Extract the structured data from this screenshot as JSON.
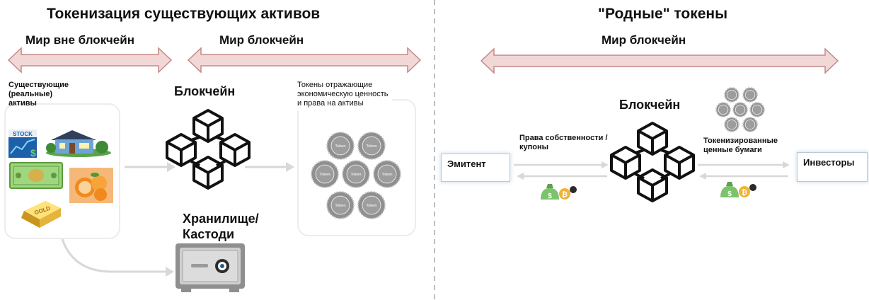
{
  "left": {
    "title": "Токенизация существующих активов",
    "world_off": "Мир вне блокчейн",
    "world_on": "Мир блокчейн",
    "assets_label": "Существующие (реальные) активы",
    "blockchain_label": "Блокчейн",
    "tokens_label": "Токены отражающие экономическую ценность и права на активы",
    "storage_label": "Хранилище/ Кастоди",
    "stock_text": "STOCK",
    "gold_text": "GOLD",
    "token_text": "Token"
  },
  "right": {
    "title": "\"Родные\" токены",
    "world_on": "Мир блокчейн",
    "blockchain_label": "Блокчейн",
    "issuer": "Эмитент",
    "investors": "Инвесторы",
    "rights_label": "Права собственности / купоны",
    "tokenized_label": "Токенизированные ценные бумаги"
  },
  "colors": {
    "arrow_fill": "#f2d7d7",
    "arrow_stroke": "#c48888",
    "divider": "#bdbdbd",
    "flow_arrow": "#d8d8d8",
    "coin": "#8f8f8f",
    "coin_money": "#7cc36b",
    "coin_gold": "#f2b233"
  }
}
